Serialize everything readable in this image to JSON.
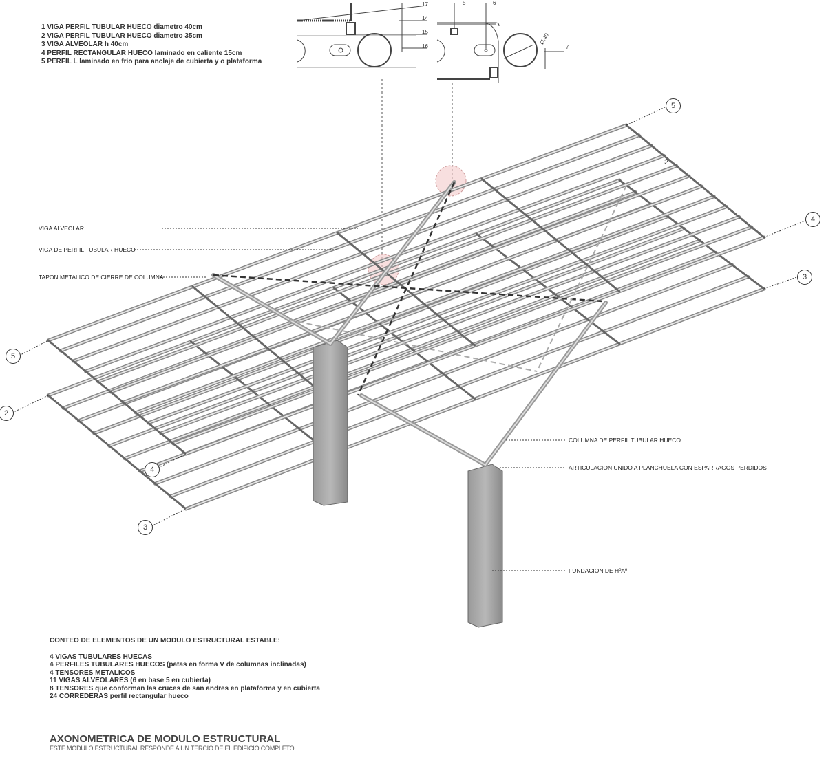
{
  "legend": [
    "1 VIGA PERFIL TUBULAR HUECO diametro 40cm",
    "2 VIGA PERFIL TUBULAR HUECO diametro 35cm",
    "3 VIGA ALVEOLAR h 40cm",
    "4 PERFIL RECTANGULAR HUECO laminado en caliente 15cm",
    "5 PERFIL L laminado en frio para anclaje de cubierta y o plataforma"
  ],
  "detail_numbers": {
    "d17": "17",
    "d14": "14",
    "d15": "15",
    "d16": "16",
    "d5": "5",
    "d6": "6",
    "d7": "7",
    "diameter": "Ø.40"
  },
  "callouts": {
    "viga_alveolar": "VIGA ALVEOLAR",
    "viga_tubular": "VIGA DE PERFIL TUBULAR HUECO",
    "tapon": "TAPON METALICO DE CIERRE DE COLUMNA",
    "columna": "COLUMNA DE PERFIL TUBULAR HUECO",
    "articulacion": "ARTICULACION UNIDO A PLANCHUELA CON ESPARRAGOS PERDIDOS",
    "fundacion": "FUNDACION DE HºAº"
  },
  "markers": {
    "m5a": "5",
    "m2a": "2",
    "m4a": "4",
    "m3a": "3",
    "m5b": "5",
    "m2b": "2",
    "m4b": "4",
    "m3b": "3"
  },
  "count": {
    "heading": "CONTEO DE ELEMENTOS DE UN MODULO ESTRUCTURAL ESTABLE:",
    "items": [
      "4 VIGAS TUBULARES HUECAS",
      "4 PERFILES TUBULARES HUECOS (patas en forma V de columnas inclinadas)",
      "4 TENSORES METALICOS",
      "11 VIGAS ALVEOLARES (6 en base 5 en cubierta)",
      "8 TENSORES que conforman las cruces de san andres en plataforma y en cubierta",
      "24 CORREDERAS perfil rectangular hueco"
    ]
  },
  "title": "AXONOMETRICA DE MODULO ESTRUCTURAL",
  "subtitle": "ESTE MODULO ESTRUCTURAL RESPONDE A UN TERCIO DE EL EDIFICIO COMPLETO"
}
